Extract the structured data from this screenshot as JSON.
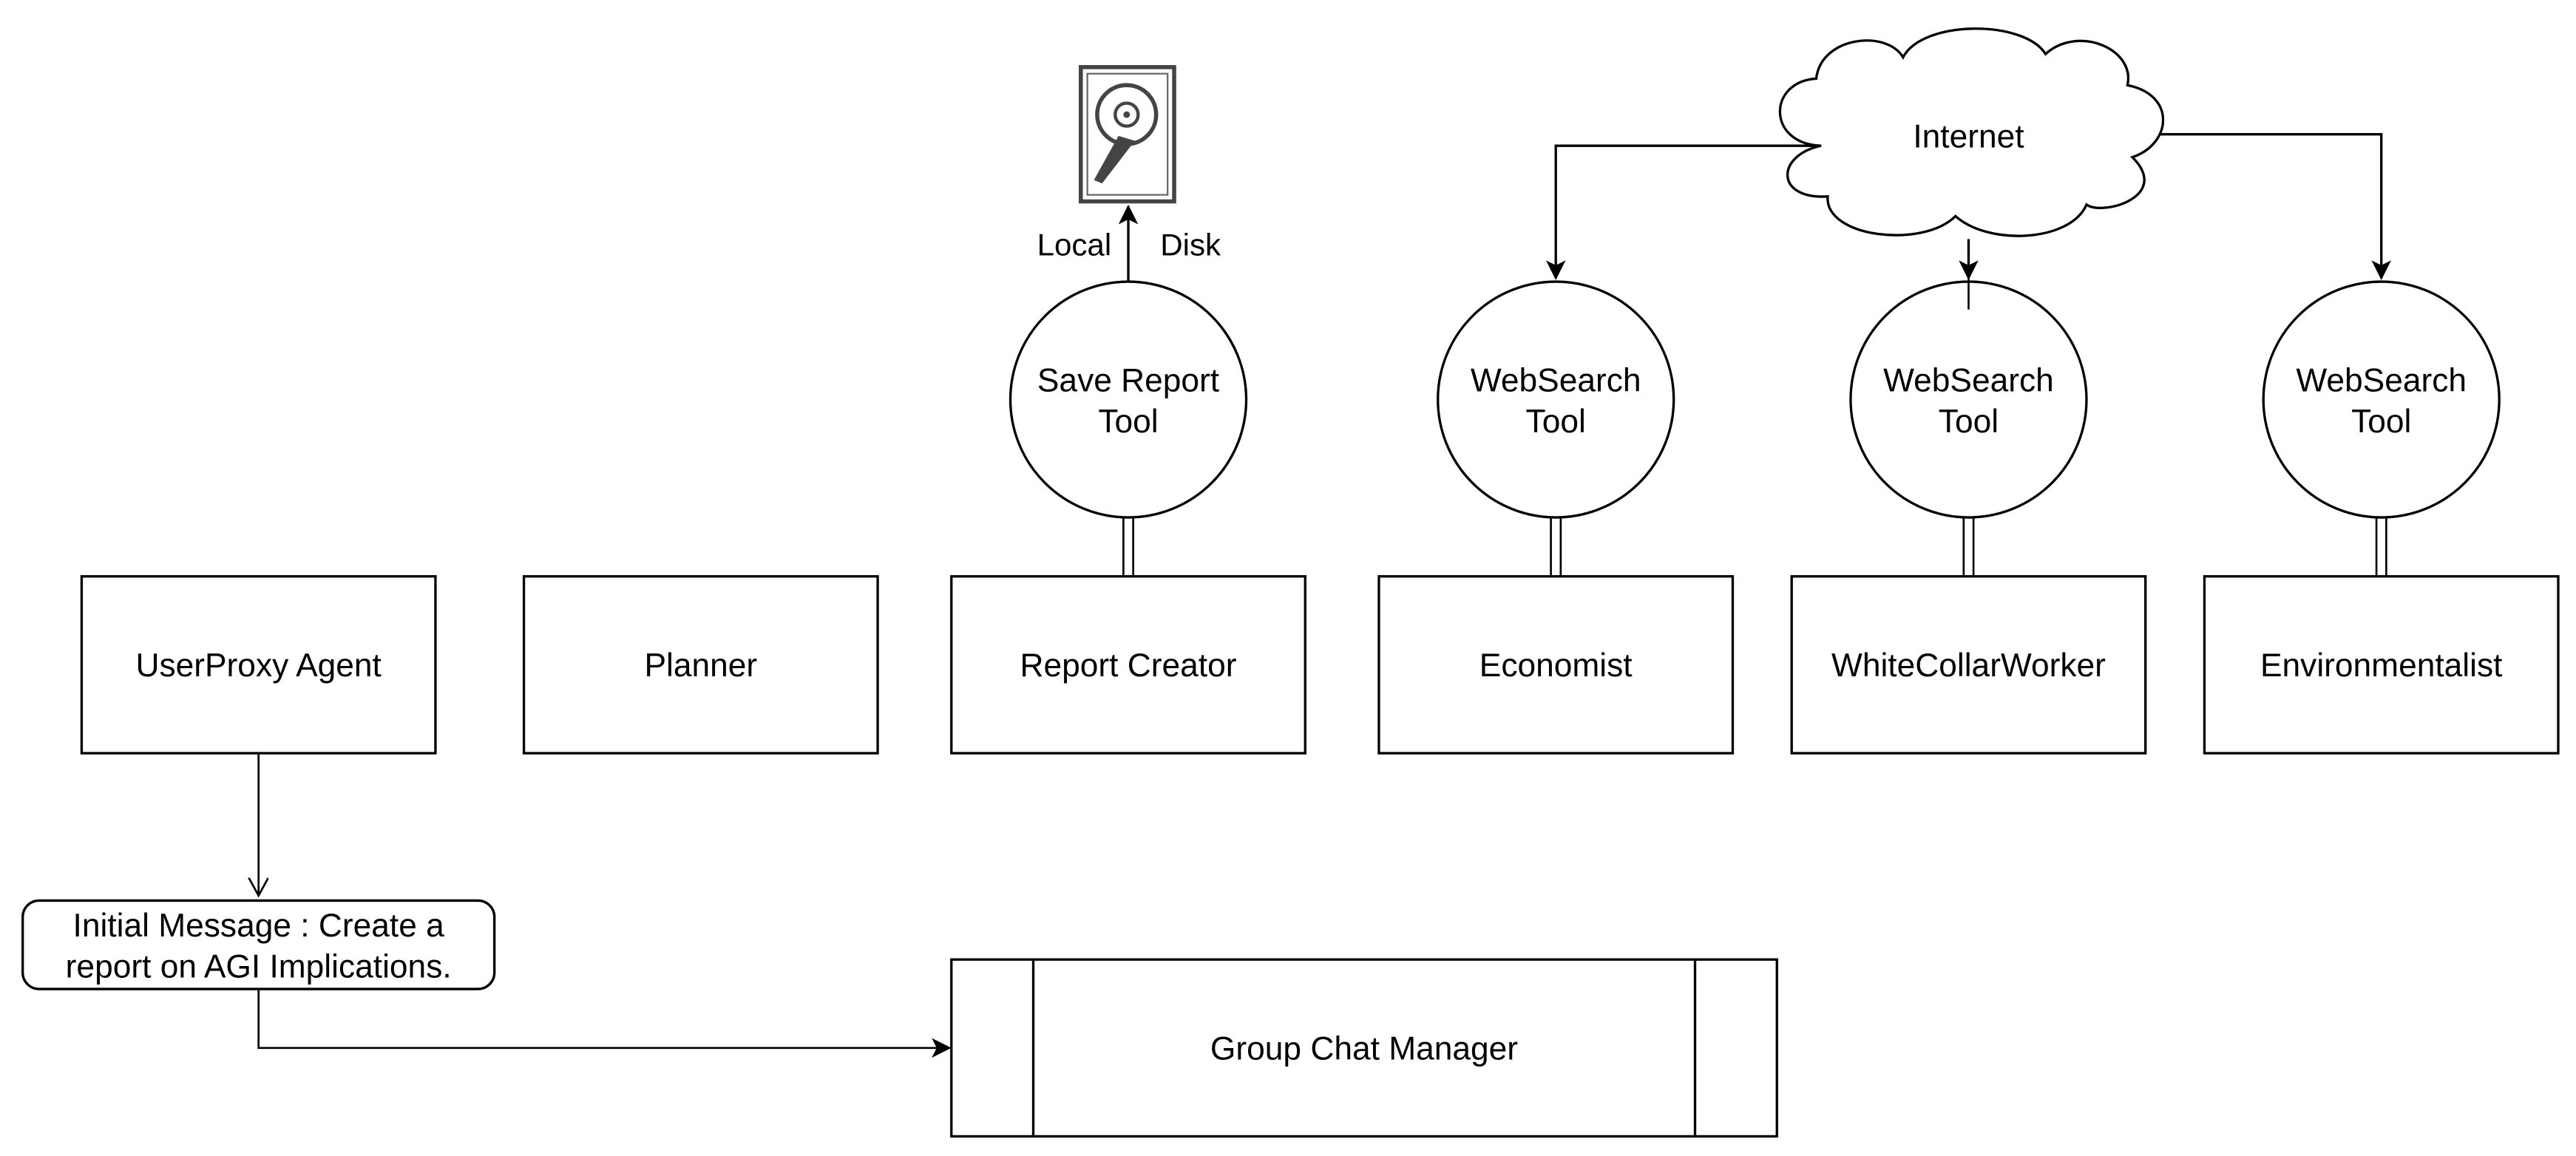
{
  "agents": [
    {
      "id": "userproxy",
      "label": "UserProxy Agent"
    },
    {
      "id": "planner",
      "label": "Planner"
    },
    {
      "id": "report-creator",
      "label": "Report Creator"
    },
    {
      "id": "economist",
      "label": "Economist"
    },
    {
      "id": "whitecollar",
      "label": "WhiteCollarWorker"
    },
    {
      "id": "environmentalist",
      "label": "Environmentalist"
    }
  ],
  "tools": [
    {
      "id": "save-report-tool",
      "line1": "Save Report",
      "line2": "Tool"
    },
    {
      "id": "websearch-tool-1",
      "line1": "WebSearch",
      "line2": "Tool"
    },
    {
      "id": "websearch-tool-2",
      "line1": "WebSearch",
      "line2": "Tool"
    },
    {
      "id": "websearch-tool-3",
      "line1": "WebSearch",
      "line2": "Tool"
    }
  ],
  "internet": {
    "label": "Internet"
  },
  "disk": {
    "label_left": "Local",
    "label_right": "Disk"
  },
  "initial_message": {
    "line1": "Initial Message : Create a",
    "line2": "report on AGI Implications."
  },
  "group_chat_manager": {
    "label": "Group Chat Manager"
  }
}
